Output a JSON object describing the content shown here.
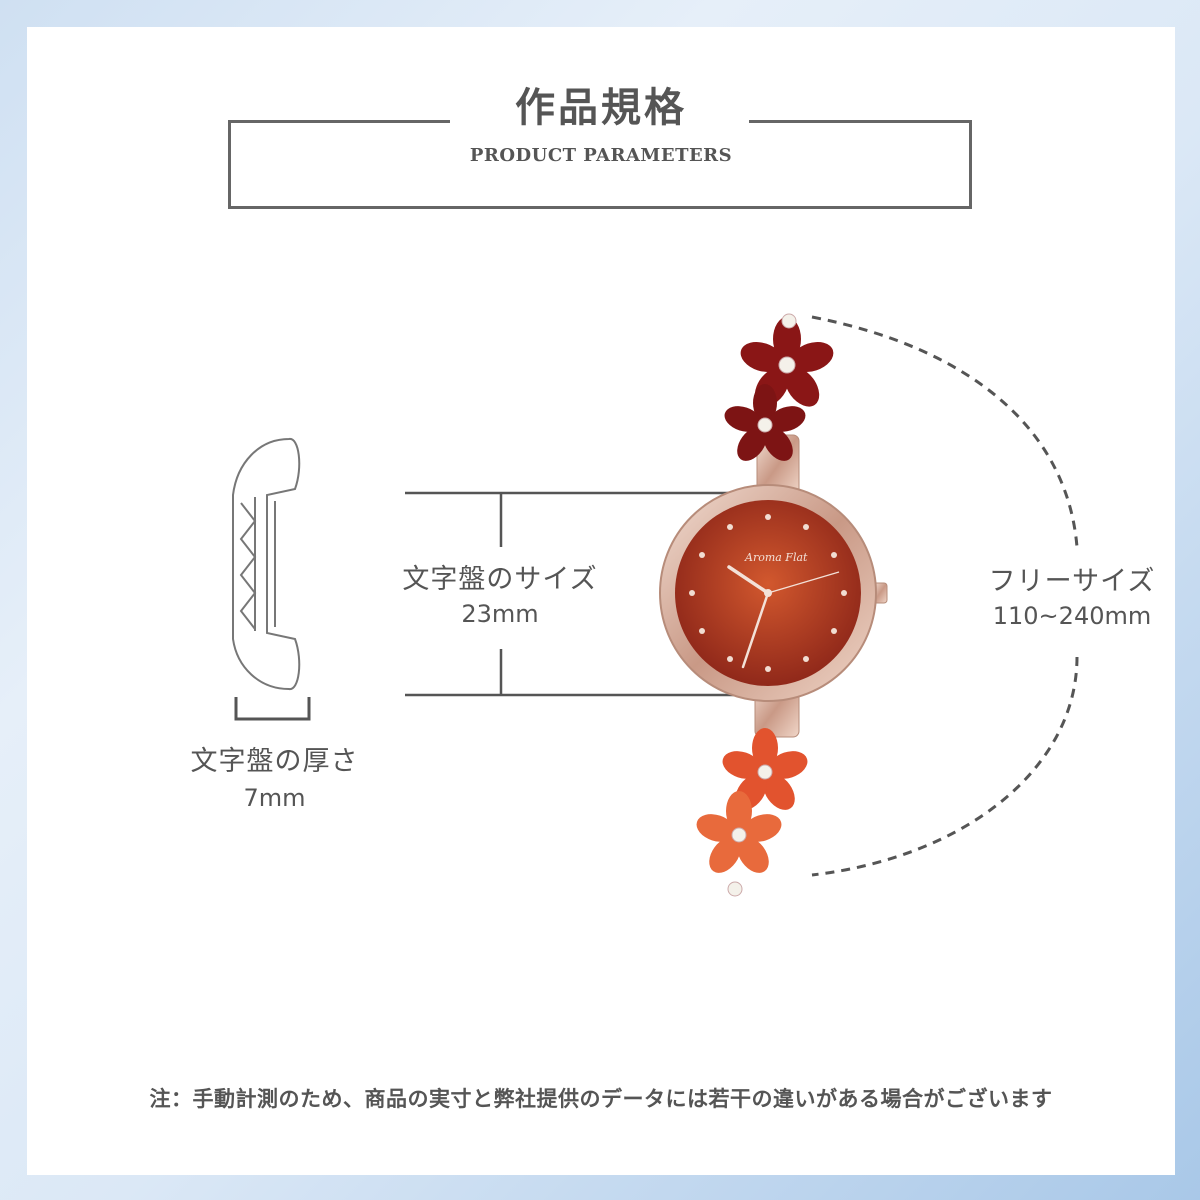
{
  "header": {
    "title_jp": "作品規格",
    "title_en": "PRODUCT PARAMETERS"
  },
  "specs": {
    "dial_size": {
      "label": "文字盤のサイズ",
      "value": "23mm"
    },
    "band_size": {
      "label": "フリーサイズ",
      "value": "110~240mm"
    },
    "thickness": {
      "label": "文字盤の厚さ",
      "value": "7mm"
    }
  },
  "watch": {
    "brand": "Aroma Flat",
    "dial_color": "#b03a22",
    "case_color": "#d9b3a3",
    "flower_top_color": "#8a1616",
    "flower_bottom_color": "#e2532e"
  },
  "footer": {
    "note": "注：手動計測のため、商品の実寸と弊社提供のデータには若干の違いがある場合がございます"
  }
}
